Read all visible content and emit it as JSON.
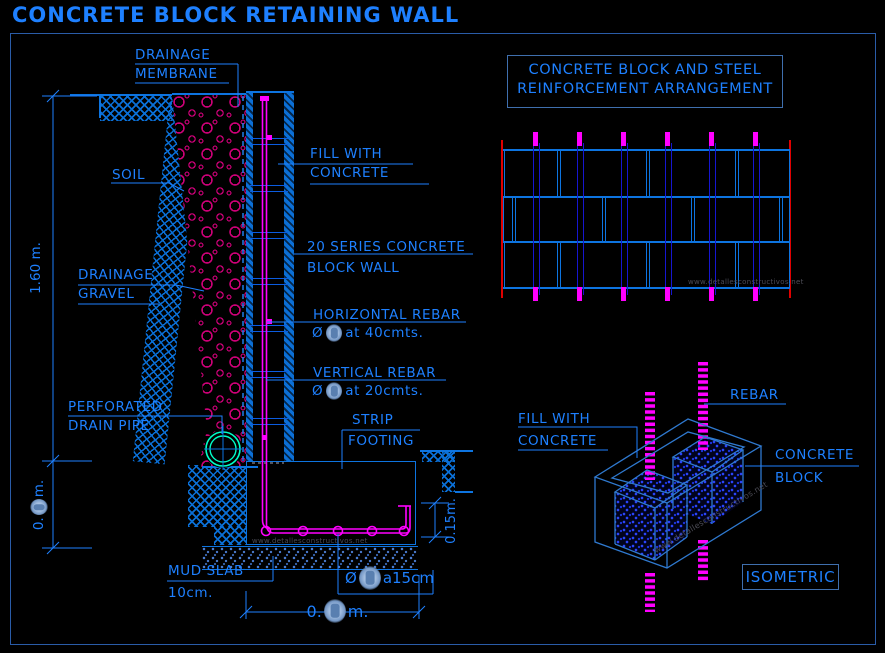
{
  "title": "CONCRETE BLOCK RETAINING WALL",
  "watermark": "www.detallesconstructivos.net",
  "colors": {
    "accent_blue": "#1e80ff",
    "line_blue": "#0d74e0",
    "rebar_magenta": "#ff00ff",
    "gravel_magenta": "#cc0077",
    "pipe_cyan": "#00ffc8",
    "grid_red": "#e00000",
    "rebar_dark_blue": "#1616d0"
  },
  "section": {
    "labels": {
      "drainage_membrane_1": "DRAINAGE",
      "drainage_membrane_2": "MEMBRANE",
      "soil": "SOIL",
      "drainage_gravel_1": "DRAINAGE",
      "drainage_gravel_2": "GRAVEL",
      "perforated_pipe_1": "PERFORATED",
      "perforated_pipe_2": "DRAIN PIPE",
      "fill_concrete_1": "FILL WITH",
      "fill_concrete_2": "CONCRETE",
      "block_wall_1": "20 SERIES CONCRETE",
      "block_wall_2": "BLOCK WALL",
      "horizontal_rebar": "HORIZONTAL REBAR",
      "horizontal_rebar_spec_prefix": "Ø",
      "horizontal_rebar_spec_suffix": "at 40cmts.",
      "vertical_rebar": "VERTICAL REBAR",
      "vertical_rebar_spec_prefix": "Ø",
      "vertical_rebar_spec_suffix": "at 20cmts.",
      "strip_footing_1": "STRIP",
      "strip_footing_2": "FOOTING",
      "mud_slab_1": "MUD SLAB",
      "mud_slab_2": "10cm."
    },
    "dimensions": {
      "wall_height": "1.60 m.",
      "left_lower_prefix": "0.",
      "left_lower_suffix": "m.",
      "footing_thickness": "0.15m.",
      "footing_width_prefix": "0.",
      "footing_width_suffix": "m.",
      "bottom_rebar_prefix": "Ø",
      "bottom_rebar_suffix": "a15cm"
    }
  },
  "arrangement": {
    "title_1": "CONCRETE BLOCK AND STEEL",
    "title_2": "REINFORCEMENT ARRANGEMENT"
  },
  "isometric": {
    "labels": {
      "fill_concrete_1": "FILL WITH",
      "fill_concrete_2": "CONCRETE",
      "rebar": "REBAR",
      "concrete_block_1": "CONCRETE",
      "concrete_block_2": "BLOCK"
    },
    "caption": "ISOMETRIC"
  }
}
